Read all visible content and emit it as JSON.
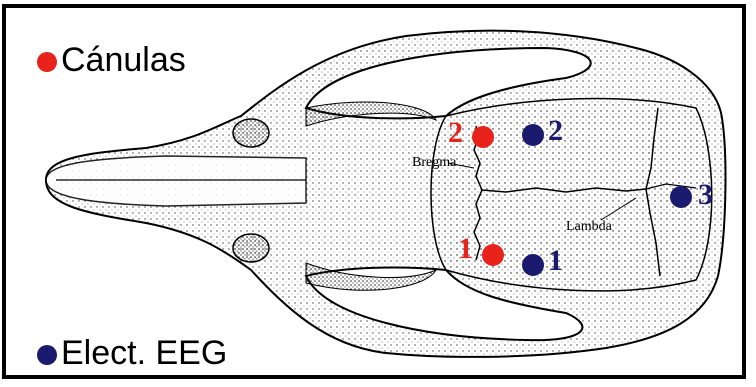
{
  "legend": {
    "cannula_label": "Cánulas",
    "eeg_label": "Elect. EEG",
    "cannula_color": "#e8231c",
    "eeg_color": "#1a1a6e"
  },
  "landmarks": {
    "bregma": "Bregma",
    "lambda": "Lambda"
  },
  "cannulas": [
    {
      "label": "1"
    },
    {
      "label": "2"
    }
  ],
  "electrodes": [
    {
      "label": "1"
    },
    {
      "label": "2"
    },
    {
      "label": "3"
    }
  ]
}
